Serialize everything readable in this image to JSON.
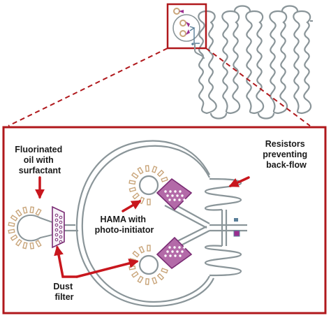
{
  "labels": {
    "oil": [
      "Fluorinated",
      "oil with",
      "surfactant"
    ],
    "resistors": [
      "Resistors",
      "preventing",
      "back-flow"
    ],
    "hama": [
      "HAMA with",
      "photo-initiator"
    ],
    "dust": [
      "Dust",
      "filter"
    ]
  },
  "colors": {
    "frame": "#b0181c",
    "channel": "#8a9599",
    "channel_fill": "#dce3e6",
    "arrow": "#c8161d",
    "dye": "#9b2d8f",
    "post": "#c9a57a",
    "accent": "#5a7f99"
  }
}
